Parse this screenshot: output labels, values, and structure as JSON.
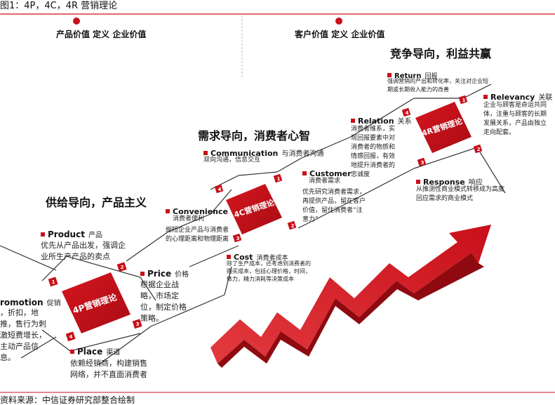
{
  "caption": "图1：4P，4C，4R 营销理论",
  "source": "资料来源：中信证券研究部整合绘制",
  "headers": {
    "left": "产品价值 定义 企业价值",
    "right": "客户价值 定义 企业价值"
  },
  "stages": {
    "p4": {
      "slogan": "供给导向，产品主义",
      "center": "4P营销理论",
      "product": {
        "en": "Product",
        "cn": "产品",
        "text": "优先从产品出发，强调企业所生产产品的卖点"
      },
      "price": {
        "en": "Price",
        "cn": "价格",
        "text": "根据企业战略，市场定位，制定价格策略。"
      },
      "place": {
        "en": "Place",
        "cn": "渠道",
        "text": "依赖经销商，构建销售网络，并不直面消费者"
      },
      "promotion": {
        "en": "romotion",
        "cn": "促销",
        "text": "，折扣，地推，售行为刺激短费增长，主动产品信息。"
      }
    },
    "c4": {
      "slogan": "需求导向，消费者心智",
      "center": "4C营销理论",
      "communication": {
        "en": "Communication",
        "cn": "与消费者沟通",
        "text": "双向沟通，信息交互"
      },
      "customer": {
        "en": "Customer",
        "cn": "消费者需求",
        "text": "优先研究消费者需求，再提供产品，留在客户价值，留住消费者“注意力”"
      },
      "cost": {
        "en": "Cost",
        "cn": "消费者成本",
        "text": "除了生产成本，还考虑到消费者的购买成本，包括心理价格，时间，体力，精力消耗等决策成本"
      },
      "convenience": {
        "en": "Convenience",
        "cn": "消费者便利",
        "text": "缩短企业产品与消费者的心理距离和物理距离"
      }
    },
    "r4": {
      "slogan": "竞争导向，利益共赢",
      "center": "4R营销理论",
      "return": {
        "en": "Return",
        "cn": "回报",
        "text": "强调营销的产出和转化率，关注对企业短期或长期收入能力的改善"
      },
      "relevancy": {
        "en": "Relevancy",
        "cn": "关联",
        "text": "企业与顾客是命运共同体，注重与顾客的长期发展关系，产品由独立走向配套。"
      },
      "relation": {
        "en": "Relation",
        "cn": "关系",
        "text": "消费者维系，实现回报要素中对消费者的物质和情感回报，有效地提升消费者的忠诚度"
      },
      "response": {
        "en": "Response",
        "cn": "响应",
        "text": "从推测性商业模式转移成为高度回应需求的商业模式"
      }
    }
  },
  "corner_numbers": [
    "1",
    "2",
    "3",
    "4"
  ],
  "colors": {
    "accent": "#c8101a",
    "accent_dark": "#8e0a10",
    "line": "#333333",
    "divider": "#bbbbbb"
  }
}
